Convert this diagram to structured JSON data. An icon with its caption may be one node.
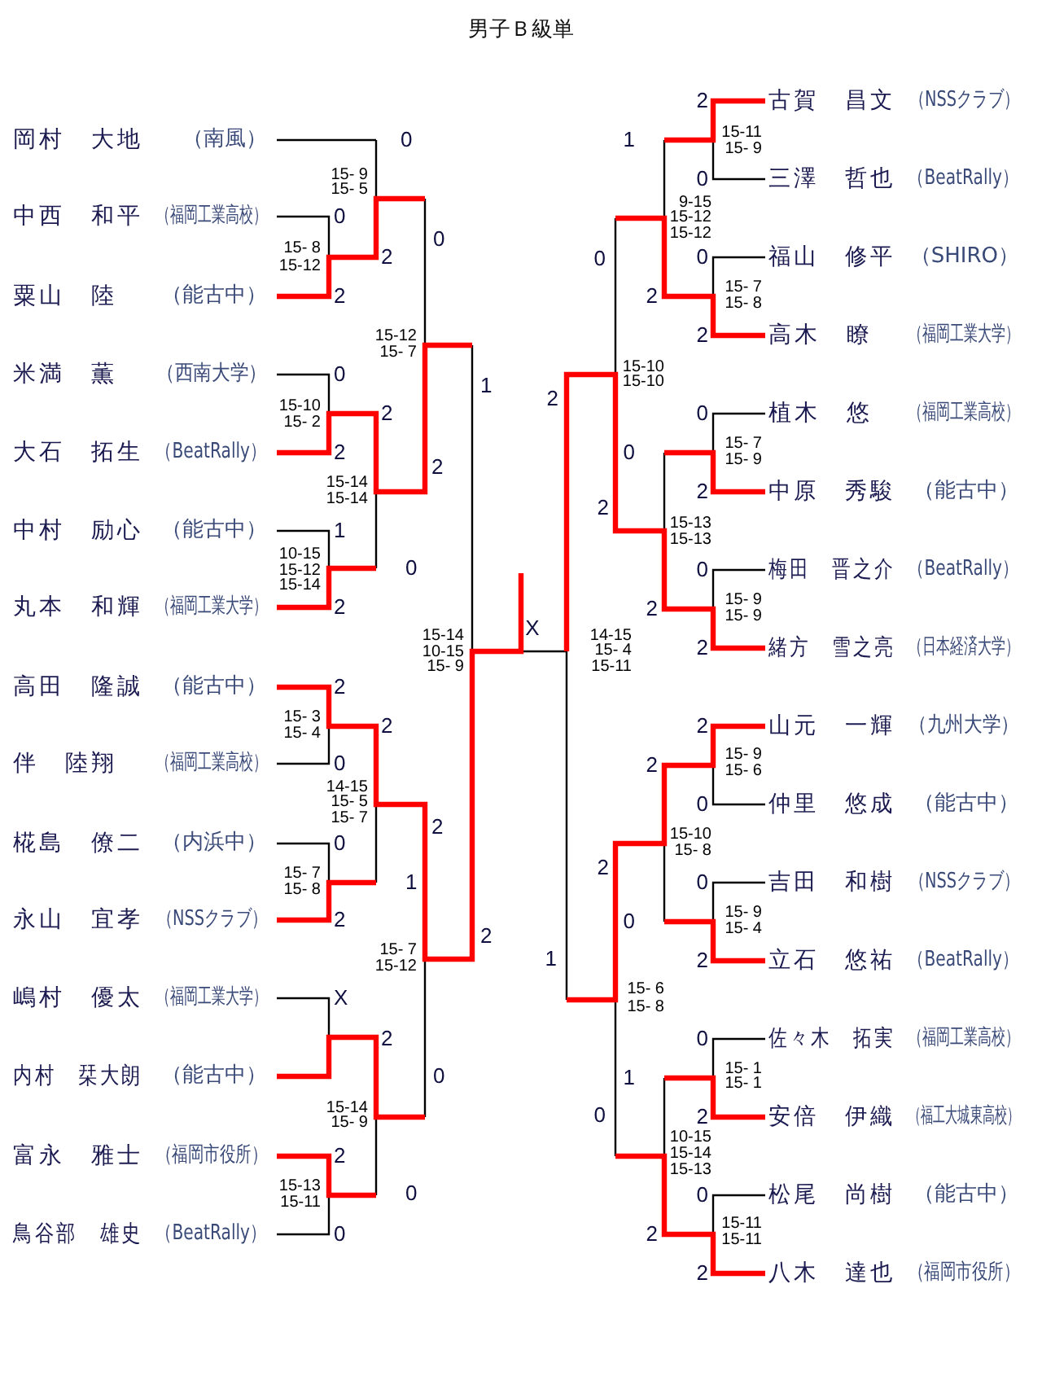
{
  "diagram": {
    "title": "男子Ｂ級単",
    "nodes": [
      {
        "text": [
          "岡村　大地",
          "（南風）"
        ]
      },
      {
        "text": [
          "中西　和平",
          "（福岡工業高校）"
        ]
      },
      {
        "text": [
          "粟山　陸",
          "（能古中）"
        ]
      },
      {
        "text": [
          "米満　薫",
          "（西南大学）"
        ]
      },
      {
        "text": [
          "大石　拓生",
          "（BeatRally）"
        ]
      },
      {
        "text": [
          "中村　励心",
          "（能古中）"
        ]
      },
      {
        "text": [
          "丸本　和輝",
          "（福岡工業大学）"
        ]
      },
      {
        "text": [
          "高田　隆誠",
          "（能古中）"
        ]
      },
      {
        "text": [
          "伴　陸翔",
          "（福岡工業高校）"
        ]
      },
      {
        "text": [
          "椛島　僚二",
          "（内浜中）"
        ]
      },
      {
        "text": [
          "永山　宜孝",
          "（NSSクラブ）"
        ]
      },
      {
        "text": [
          "嶋村　優太",
          "（福岡工業大学）"
        ]
      },
      {
        "text": [
          "内村　栞大朗",
          "（能古中）"
        ]
      },
      {
        "text": [
          "富永　雅士",
          "（福岡市役所）"
        ]
      },
      {
        "text": [
          "鳥谷部　雄史",
          "（BeatRally）"
        ]
      },
      {
        "text": [
          "古賀　昌文",
          "（NSSクラブ）"
        ]
      },
      {
        "text": [
          "三澤　哲也",
          "（BeatRally）"
        ]
      },
      {
        "text": [
          "福山　修平",
          "（SHIRO）"
        ]
      },
      {
        "text": [
          "高木　瞭",
          "（福岡工業大学）"
        ]
      },
      {
        "text": [
          "植木　悠",
          "（福岡工業高校）"
        ]
      },
      {
        "text": [
          "中原　秀駿",
          "（能古中）"
        ]
      },
      {
        "text": [
          "梅田　晋之介",
          "（BeatRally）"
        ]
      },
      {
        "text": [
          "緒方　雪之亮",
          "（日本経済大学）"
        ]
      },
      {
        "text": [
          "山元　一輝",
          "（九州大学）"
        ]
      },
      {
        "text": [
          "仲里　悠成",
          "（能古中）"
        ]
      },
      {
        "text": [
          "吉田　和樹",
          "（NSSクラブ）"
        ]
      },
      {
        "text": [
          "立石　悠祐",
          "（BeatRally）"
        ]
      },
      {
        "text": [
          "佐々木　拓実",
          "（福岡工業高校）"
        ]
      },
      {
        "text": [
          "安倍　伊織",
          "（福工大城東高校）"
        ]
      },
      {
        "text": [
          "松尾　尚樹",
          "（能古中）"
        ]
      },
      {
        "text": [
          "八木　達也",
          "（福岡市役所）"
        ]
      }
    ],
    "edges": [
      {
        "from": 0,
        "to": null,
        "arrow": "none"
      },
      {
        "from": 1,
        "to": 2,
        "arrow": "none"
      },
      {
        "from": 3,
        "to": 4,
        "arrow": "none"
      },
      {
        "from": 5,
        "to": 6,
        "arrow": "none"
      },
      {
        "from": 7,
        "to": 8,
        "arrow": "none"
      },
      {
        "from": 9,
        "to": 10,
        "arrow": "none"
      },
      {
        "from": 11,
        "to": 12,
        "arrow": "none"
      },
      {
        "from": 13,
        "to": 14,
        "arrow": "none"
      },
      {
        "from": 15,
        "to": 16,
        "arrow": "none"
      },
      {
        "from": 17,
        "to": 18,
        "arrow": "none"
      },
      {
        "from": 19,
        "to": 20,
        "arrow": "none"
      },
      {
        "from": 21,
        "to": 22,
        "arrow": "none"
      },
      {
        "from": 23,
        "to": 24,
        "arrow": "none"
      },
      {
        "from": 25,
        "to": 26,
        "arrow": "none"
      },
      {
        "from": 27,
        "to": 28,
        "arrow": "none"
      },
      {
        "from": 29,
        "to": 30,
        "arrow": "none"
      }
    ],
    "labels": [
      "0",
      "15- 8",
      "15-12",
      "2",
      "0",
      "15-10",
      "15- 2",
      "2",
      "1",
      "10-15",
      "15-12",
      "15-14",
      "2",
      "2",
      "15- 3",
      "15- 4",
      "0",
      "0",
      "15- 7",
      "15- 8",
      "2",
      "X",
      "2",
      "15-13",
      "15-11",
      "0",
      "0",
      "15- 9",
      "15- 5",
      "2",
      "2",
      "15-14",
      "15-14",
      "0",
      "2",
      "14-15",
      "15- 5",
      "15- 7",
      "1",
      "2",
      "15-14",
      "15- 9",
      "0",
      "0",
      "15-12",
      "15- 7",
      "2",
      "2",
      "15- 7",
      "15-12",
      "0",
      "1",
      "15-14",
      "10-15",
      "15- 9",
      "2",
      "X",
      "2",
      "14-15",
      "15- 4",
      "15-11",
      "1",
      "0",
      "15-10",
      "15-10",
      "2",
      "2",
      "15- 6",
      "15- 8",
      "0",
      "1",
      "9-15",
      "15-12",
      "15-12",
      "2",
      "0",
      "15-13",
      "15-13",
      "2",
      "2",
      "15-10",
      "15- 8",
      "0",
      "1",
      "10-15",
      "15-14",
      "15-13",
      "2",
      "2",
      "15-11",
      "15- 9",
      "0",
      "0",
      "15- 7",
      "15- 8",
      "2",
      "0",
      "15- 7",
      "15- 9",
      "2",
      "0",
      "15- 9",
      "15- 9",
      "2",
      "2",
      "15- 9",
      "15- 6",
      "0",
      "0",
      "15- 9",
      "15- 4",
      "2",
      "0",
      "15- 1",
      "15- 1",
      "2",
      "0",
      "15-11",
      "15-11",
      "2"
    ]
  }
}
